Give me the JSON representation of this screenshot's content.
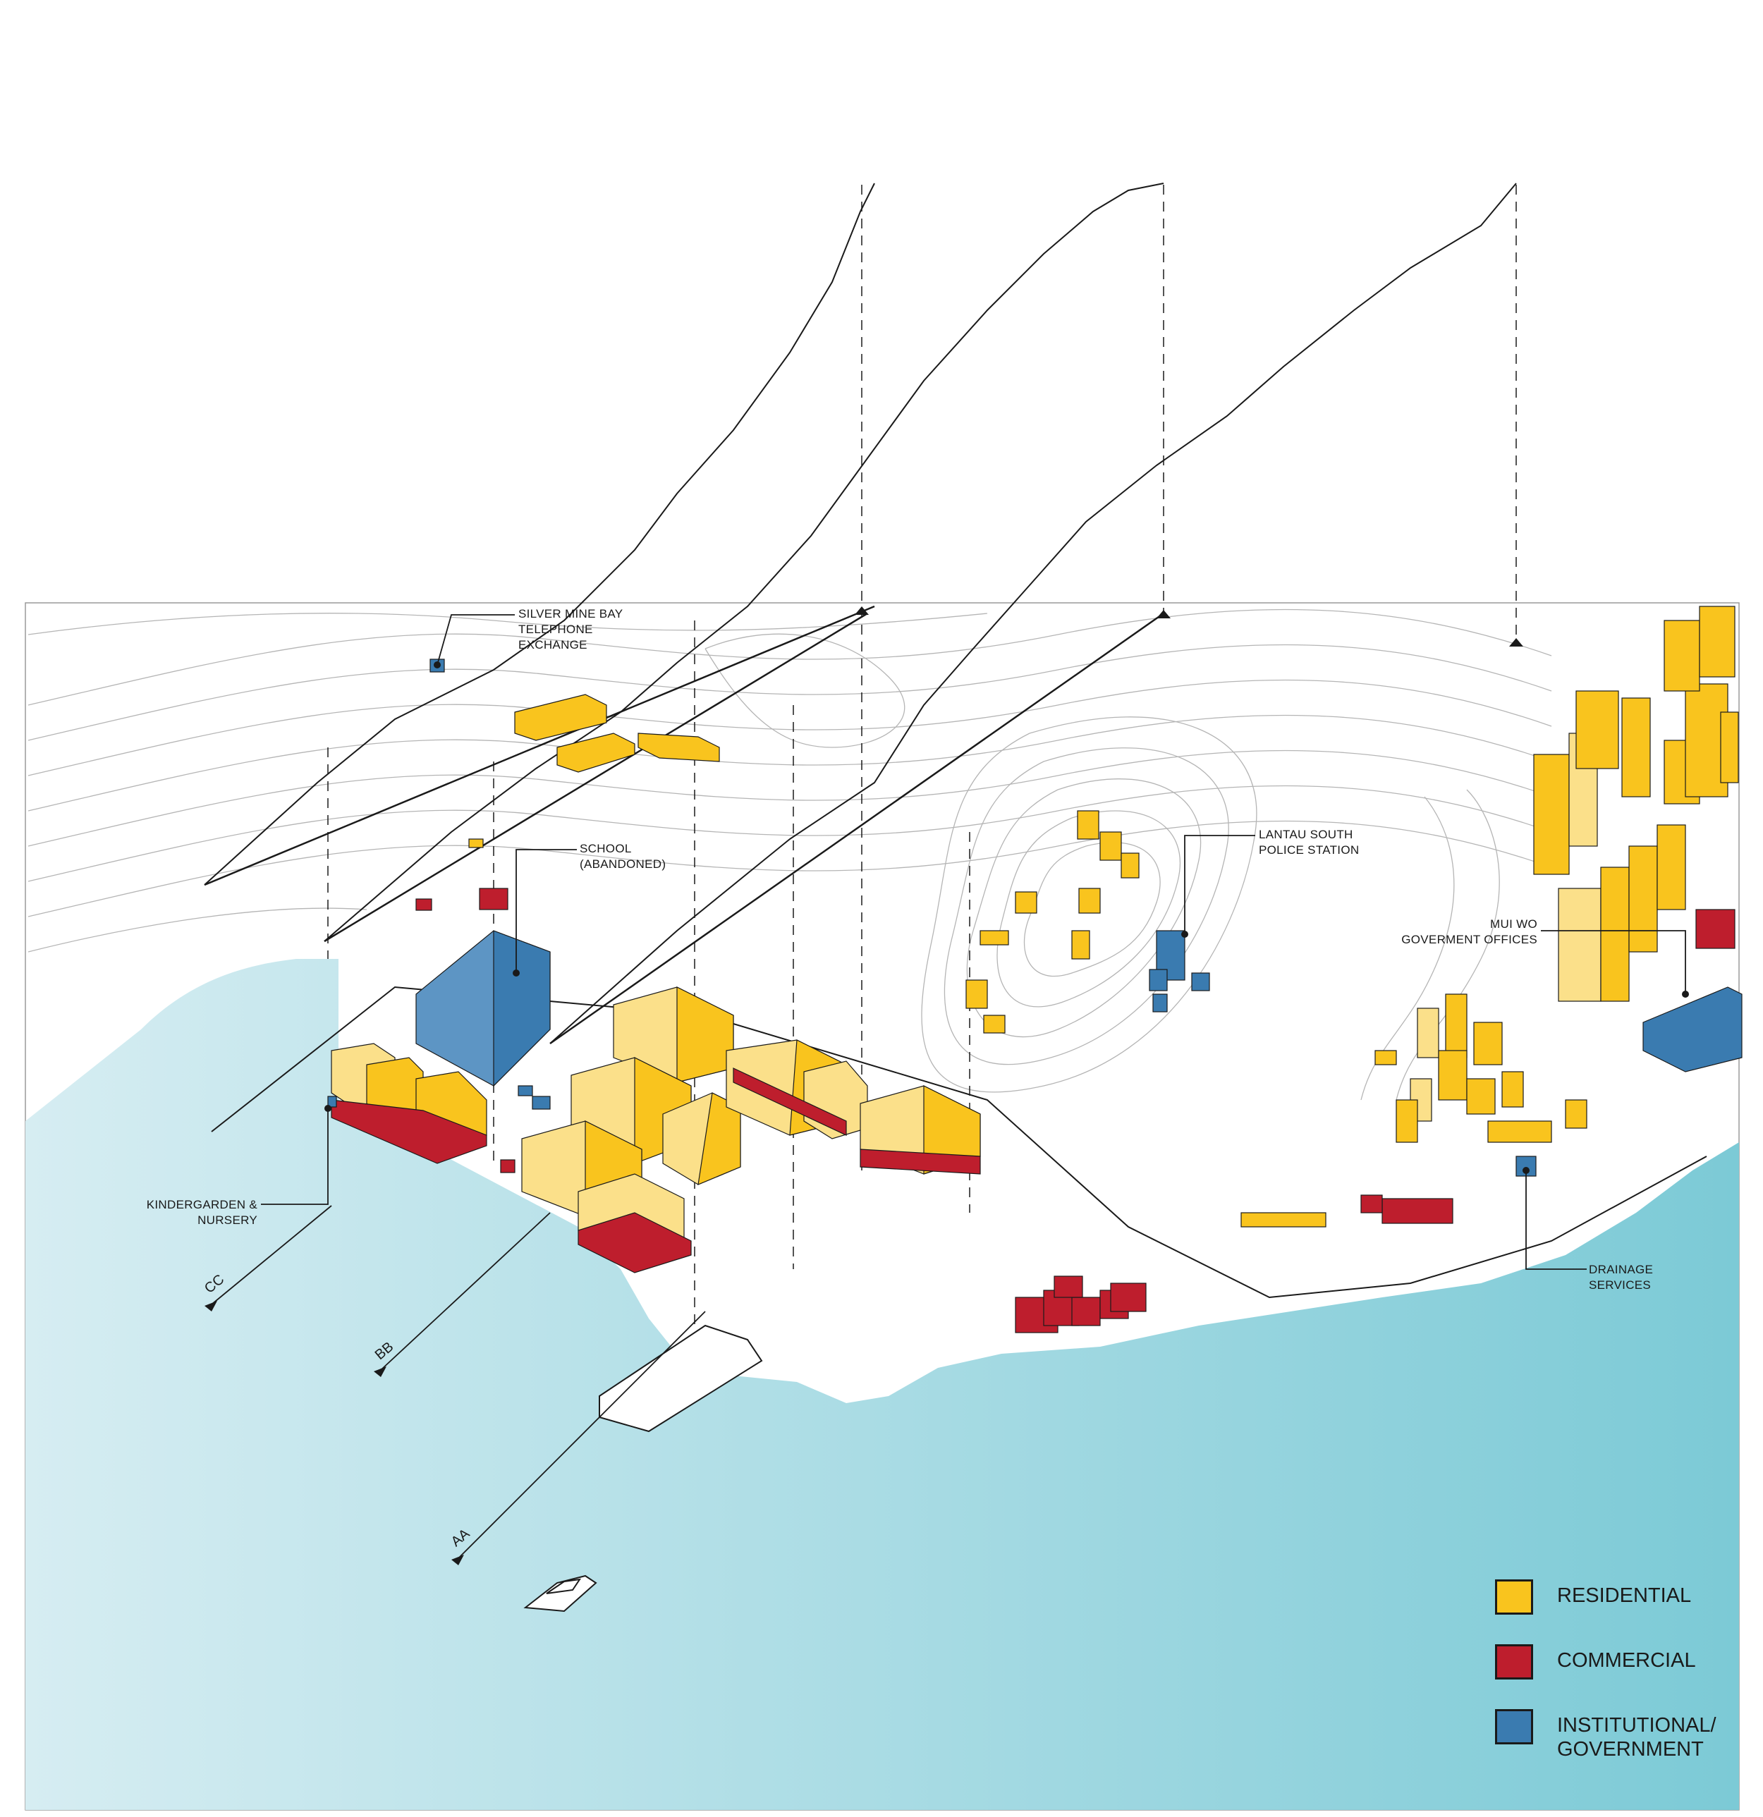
{
  "colors": {
    "residential": "#f9c41e",
    "commercial": "#be1e2d",
    "institutional": "#3a7bb0",
    "water_light": "#d6edf2",
    "water_dark": "#7ccad6"
  },
  "callouts": {
    "telephone_exchange": "SILVER MINE BAY\nTELEPHONE\nEXCHANGE",
    "school": "SCHOOL\n(ABANDONED)",
    "police_station": "LANTAU SOUTH\nPOLICE STATION",
    "govt_offices": "MUI WO\nGOVERMENT OFFICES",
    "kindergarden": "KINDERGARDEN &\nNURSERY",
    "drainage": "DRAINAGE\nSERVICES"
  },
  "sections": {
    "cc": "CC",
    "bb": "BB",
    "aa": "AA"
  },
  "legend": {
    "residential": "RESIDENTIAL",
    "commercial": "COMMERCIAL",
    "institutional": "INSTITUTIONAL/\nGOVERNMENT"
  }
}
